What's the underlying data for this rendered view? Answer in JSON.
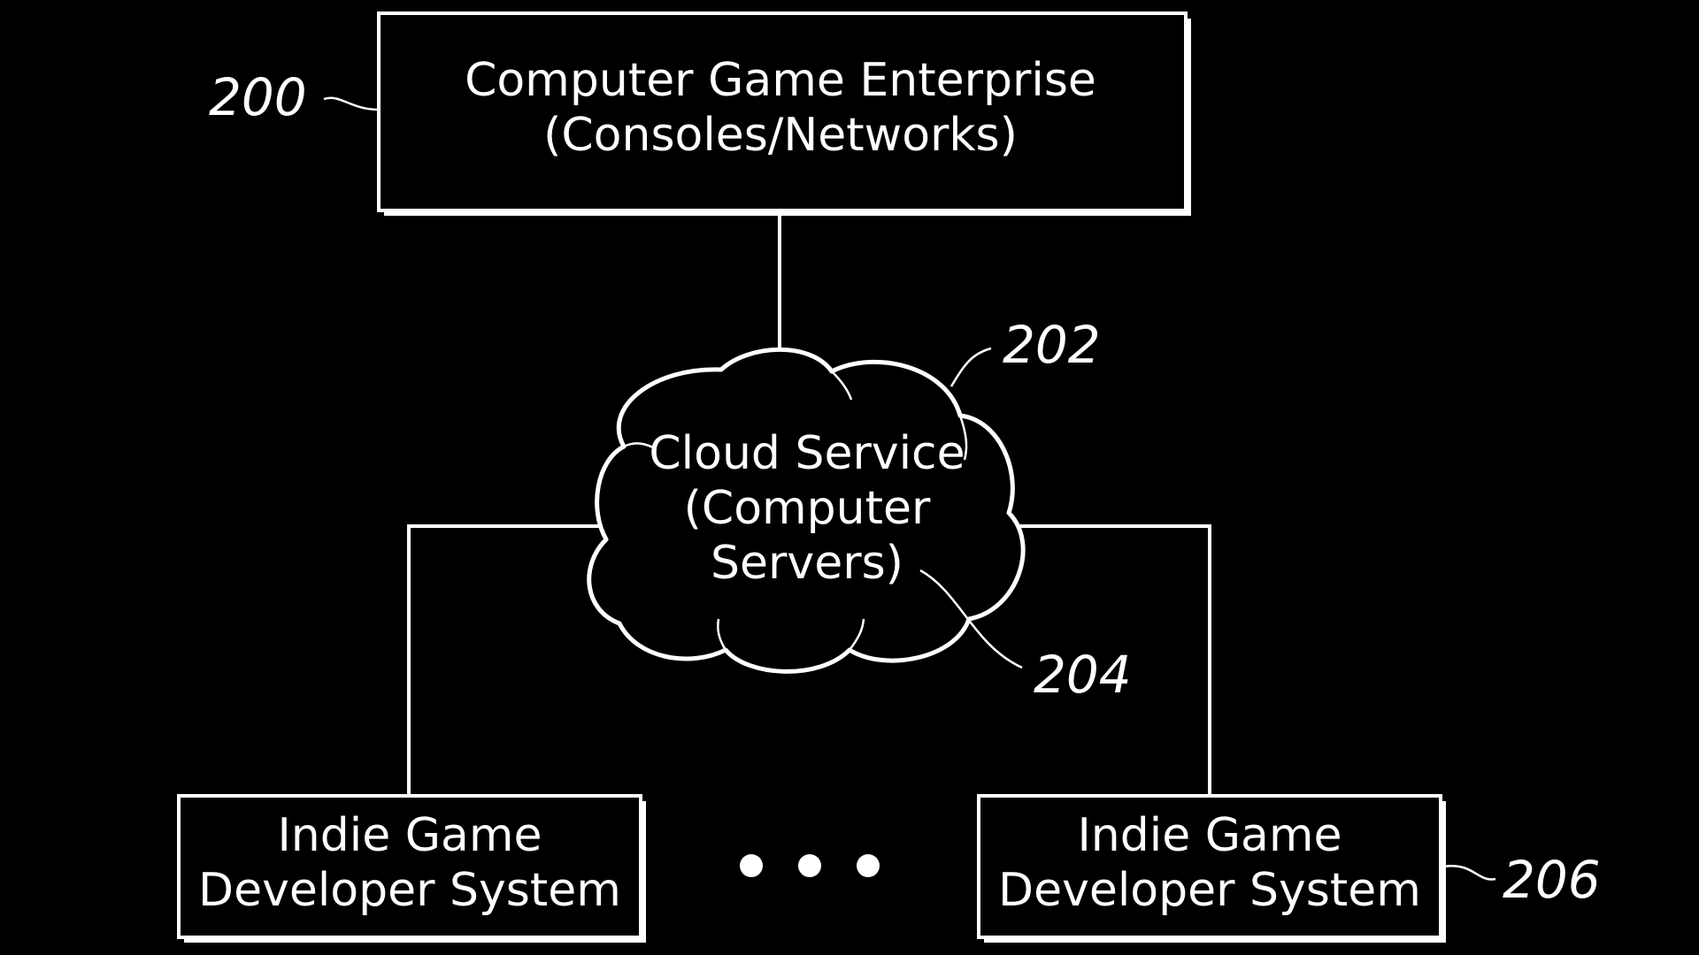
{
  "diagram": {
    "colors": {
      "background": "#000000",
      "foreground": "#ffffff"
    },
    "nodes": {
      "enterprise": {
        "ref": "200",
        "line1": "Computer Game Enterprise",
        "line2": "(Consoles/Networks)"
      },
      "cloud": {
        "ref": "202",
        "line1": "Cloud Service",
        "line2": "(Computer",
        "line3": "Servers)",
        "servers_ref": "204"
      },
      "dev_left": {
        "line1": "Indie Game",
        "line2": "Developer System"
      },
      "dev_right": {
        "ref": "206",
        "line1": "Indie Game",
        "line2": "Developer System"
      }
    },
    "ellipsis_icon": "three-dots"
  }
}
